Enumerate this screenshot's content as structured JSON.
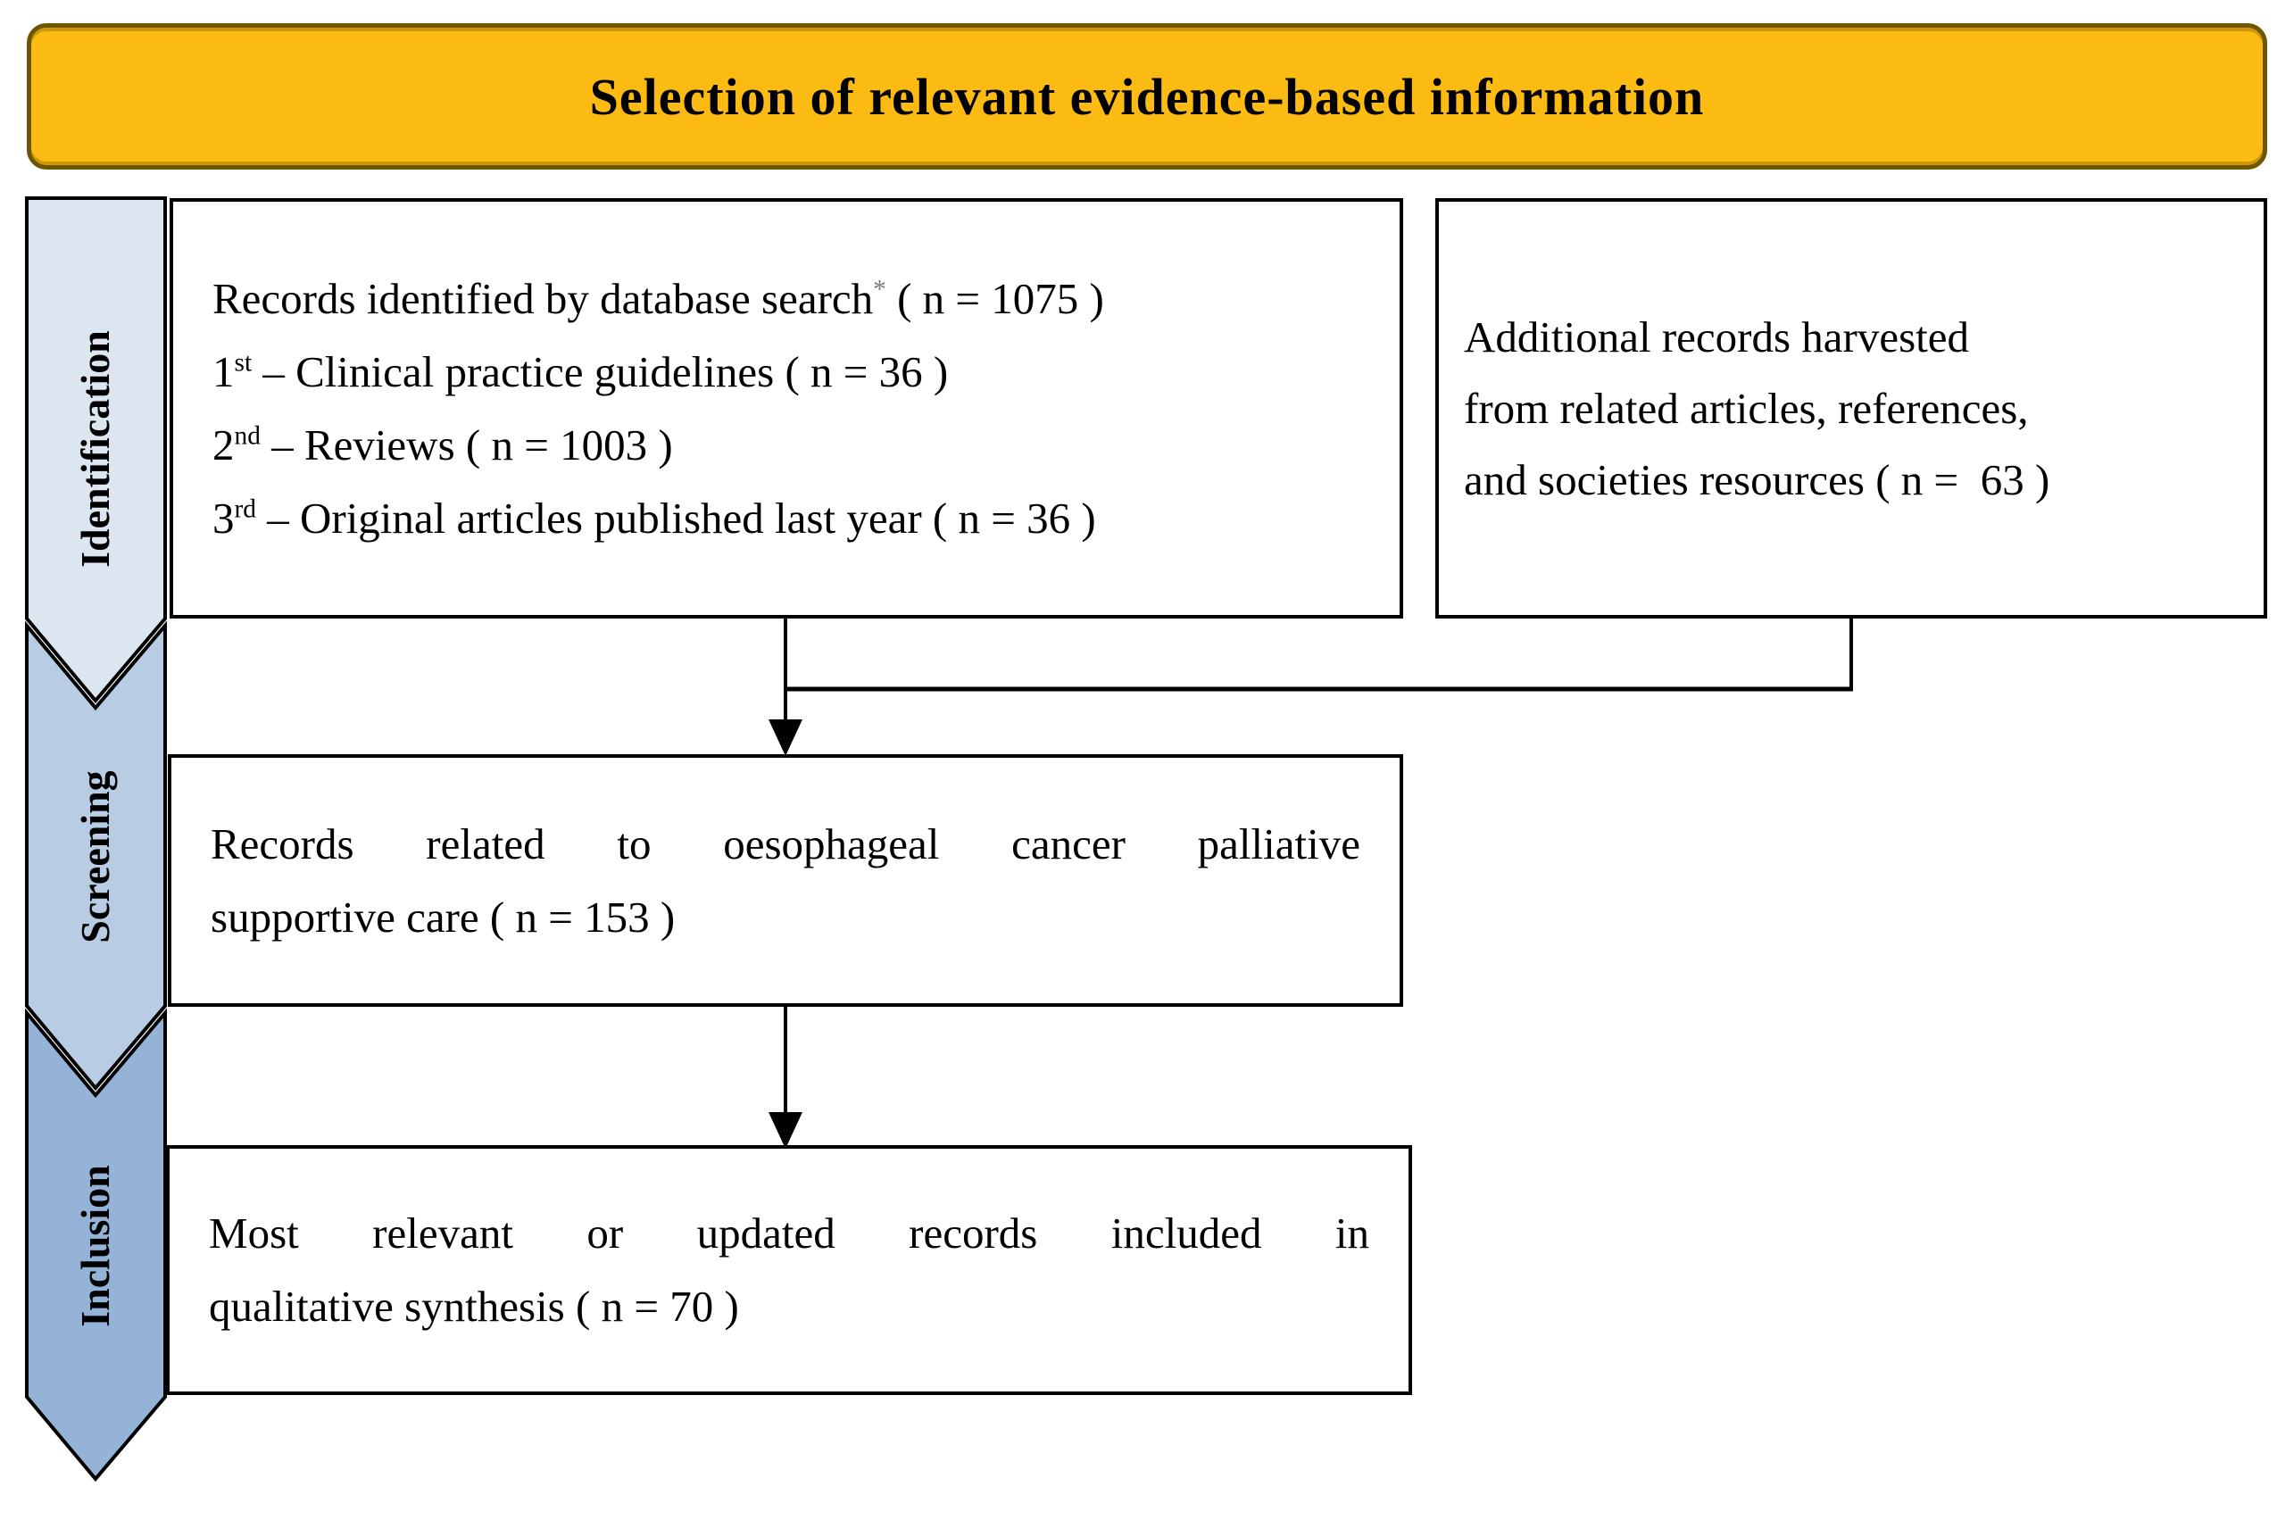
{
  "title": {
    "text": "Selection of relevant evidence-based information",
    "bg_color": "#FCBB13",
    "border_color": "#6E5600"
  },
  "phases": [
    {
      "label": "Identification",
      "color": "#DCE6F1"
    },
    {
      "label": "Screening",
      "color": "#B8CCE4"
    },
    {
      "label": "Inclusion",
      "color": "#95B3D7"
    }
  ],
  "boxes": {
    "identification": {
      "lines": [
        [
          {
            "t": "Records identified by database search"
          },
          {
            "sup": "*",
            "muted": true
          },
          {
            "t": " ( n = 1075 )"
          }
        ],
        [
          {
            "t": "1"
          },
          {
            "sup": "st"
          },
          {
            "t": " – Clinical practice guidelines ( n = 36 )"
          }
        ],
        [
          {
            "t": "2"
          },
          {
            "sup": "nd"
          },
          {
            "t": " – Reviews ( n = 1003 )"
          }
        ],
        [
          {
            "t": "3"
          },
          {
            "sup": "rd"
          },
          {
            "t": " – Original articles published last year ( n = 36 )"
          }
        ]
      ]
    },
    "additional": {
      "lines": [
        "Additional records harvested",
        "from related articles, references,",
        "and societies resources ( n =  63 )"
      ]
    },
    "screening": {
      "lines": [
        "Records related to oesophageal cancer palliative",
        "supportive care ( n = 153 )"
      ]
    },
    "inclusion": {
      "lines": [
        "Most relevant or updated records included in",
        "qualitative synthesis ( n = 70 )"
      ]
    }
  },
  "connector_color": "#000000",
  "box_border_color": "#000000"
}
